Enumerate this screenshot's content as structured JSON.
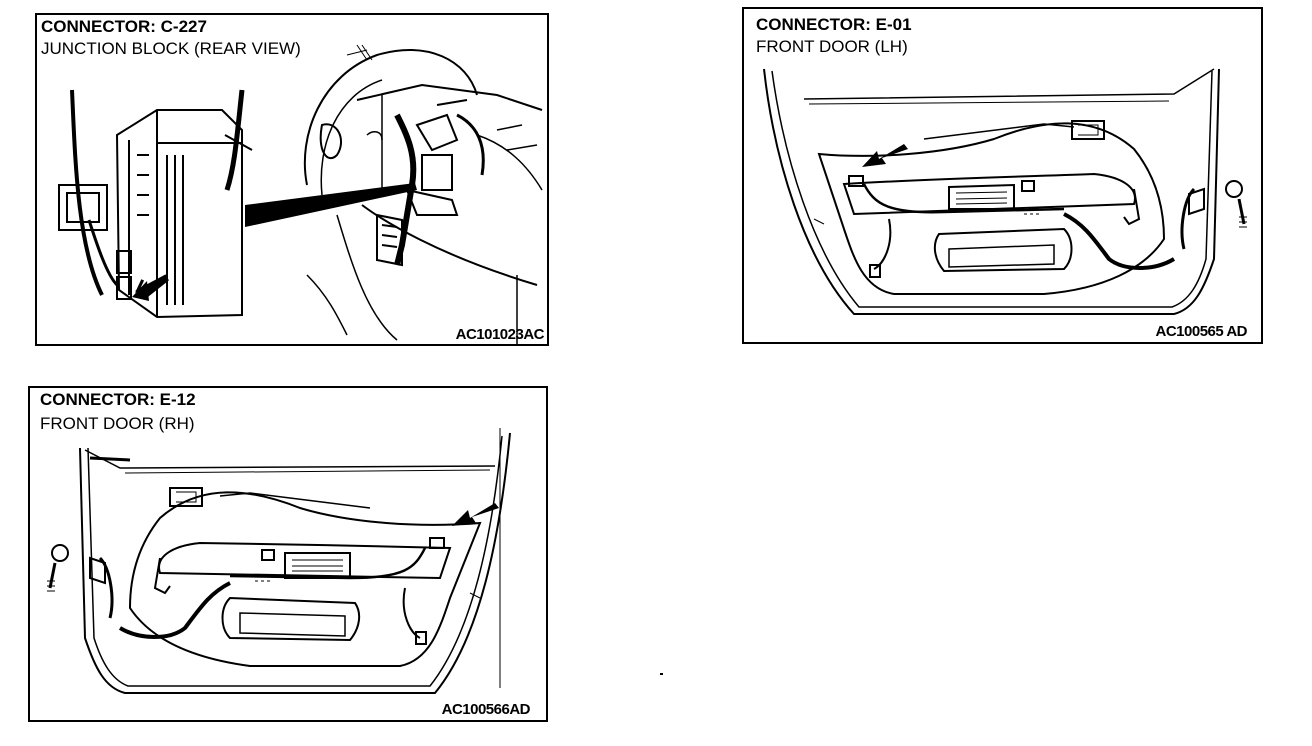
{
  "panels": [
    {
      "title": "CONNECTOR: C-227",
      "subtitle": "JUNCTION BLOCK (REAR VIEW)",
      "code": "AC101023AC"
    },
    {
      "title": "CONNECTOR: E-01",
      "subtitle": "FRONT DOOR (LH)",
      "code": "AC100565 AD"
    },
    {
      "title": "CONNECTOR: E-12",
      "subtitle": "FRONT DOOR (RH)",
      "code": "AC100566AD"
    }
  ],
  "colors": {
    "line": "#000000",
    "background": "#ffffff"
  }
}
